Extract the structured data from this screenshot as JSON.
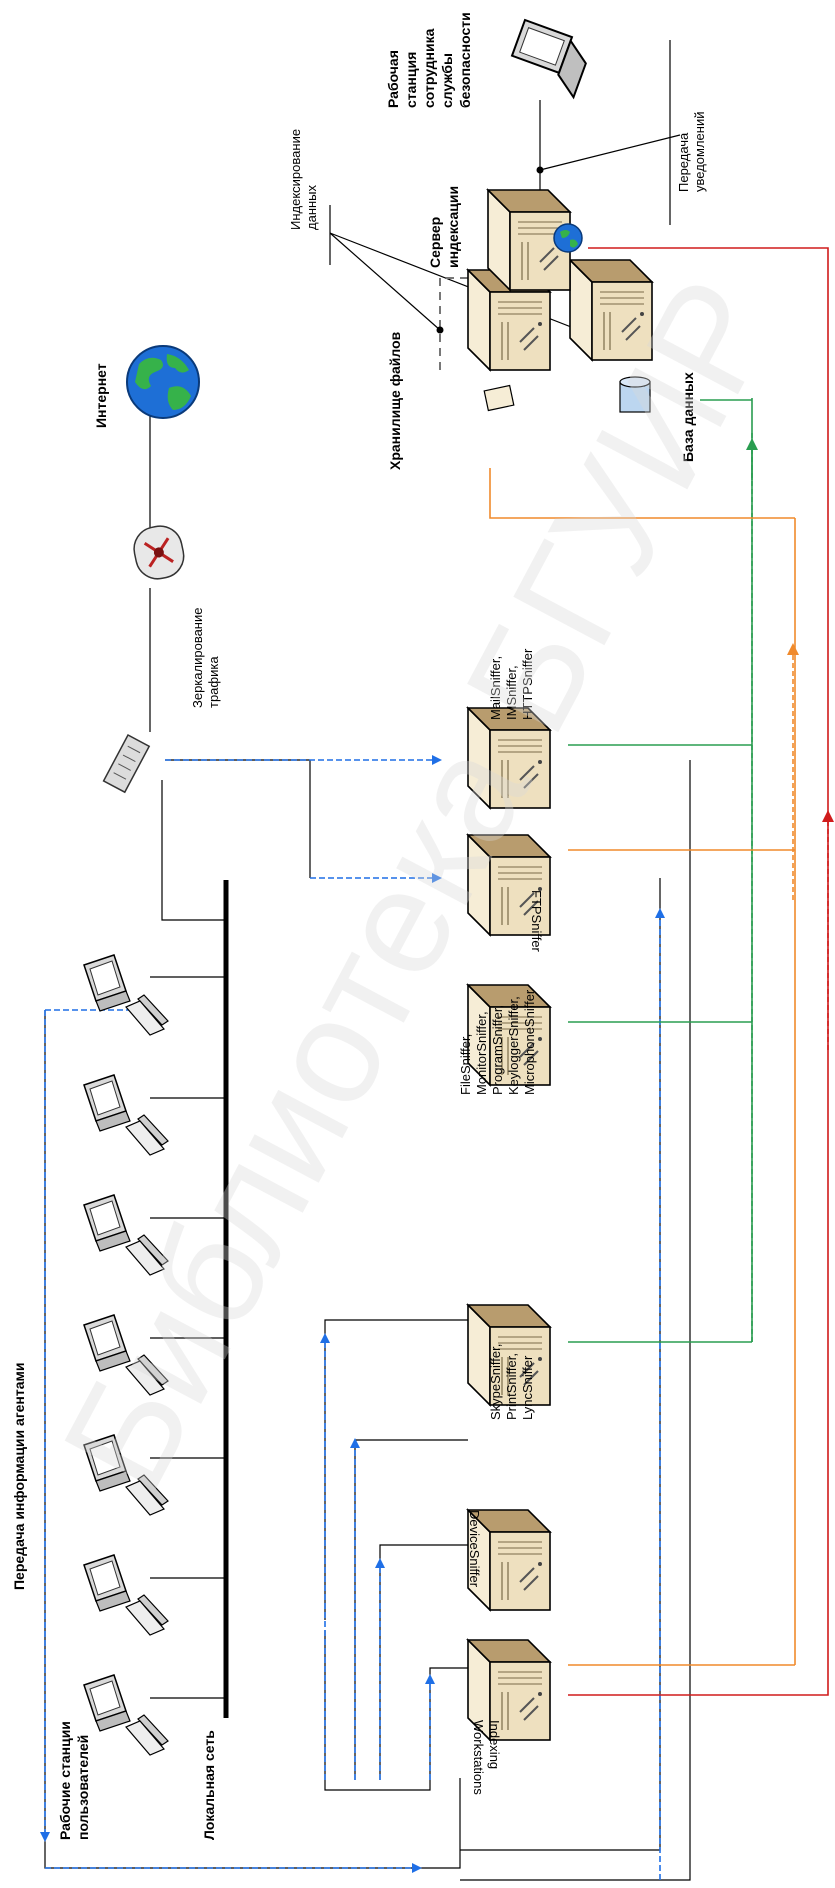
{
  "watermark": "Библиотека БГУИР",
  "labels": {
    "internet": "Интернет",
    "mirroring": [
      "Зеркалирование",
      "трафика"
    ],
    "file_storage": "Хранилище файлов",
    "database": "База данных",
    "indexing_server": [
      "Сервер",
      "индексации"
    ],
    "indexing_data": [
      "Индексирование",
      "данных"
    ],
    "security_workstation": [
      "Рабочая",
      "станция",
      "сотрудника",
      "службы",
      "безопасности"
    ],
    "notifications": [
      "Передача",
      "уведомлений"
    ],
    "agents_transfer": "Передача информации агентами",
    "user_workstations": [
      "Рабочие станции",
      "пользователей"
    ],
    "local_network": "Локальная сеть",
    "mail_sniffer": [
      "MailSniffer,",
      "IMSniffer,",
      "HTTPSniffer"
    ],
    "ftp_sniffer": "FTPSniffer",
    "file_sniffer": [
      "FileSniffer,",
      "MonitorSniffer,",
      "ProgramSniffer,",
      "KeyloggerSniffer,",
      "MicrophoneSniffer"
    ],
    "skype_sniffer": [
      "SkypeSniffer,",
      "PrintSniffer,",
      "LyncSniffer"
    ],
    "device_sniffer": "DeviceSniffer",
    "indexing_workstations": [
      "Indexing",
      "Workstations"
    ]
  },
  "colors": {
    "blue": "#1f6fe6",
    "green": "#2a9d50",
    "orange": "#f08a2c",
    "red": "#d01c1c",
    "server_fill": "#efe3c6",
    "server_dark": "#cbb38a"
  },
  "icons": [
    "globe-icon",
    "router-icon",
    "switch-icon",
    "server-icon",
    "workstation-icon",
    "laptop-icon",
    "database-icon"
  ]
}
